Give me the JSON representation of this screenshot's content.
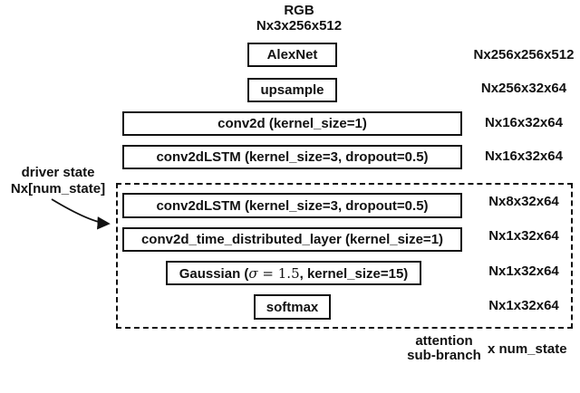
{
  "diagram": {
    "input": {
      "name": "RGB",
      "dims": "Nx3x256x512"
    },
    "layers": [
      {
        "label": "AlexNet",
        "dim": "Nx256x256x512"
      },
      {
        "label": "upsample",
        "dim": "Nx256x32x64"
      },
      {
        "label": "conv2d (kernel_size=1)",
        "dim": "Nx16x32x64"
      },
      {
        "label": "conv2dLSTM (kernel_size=3, dropout=0.5)",
        "dim": "Nx16x32x64"
      },
      {
        "label": "conv2dLSTM (kernel_size=3, dropout=0.5)",
        "dim": "Nx8x32x64"
      },
      {
        "label": "conv2d_time_distributed_layer (kernel_size=1)",
        "dim": "Nx1x32x64"
      },
      {
        "label": "Gaussian (σ = 1.5, kernel_size=15)",
        "label_parts": {
          "prefix": "Gaussian (",
          "sigma": "σ",
          "equals_value": " = 1.5",
          "suffix": ", kernel_size=15)"
        },
        "dim": "Nx1x32x64"
      },
      {
        "label": "softmax",
        "dim": "Nx1x32x64"
      }
    ],
    "driver_state": {
      "line1": "driver state",
      "line2": "Nx[num_state]"
    },
    "attention": {
      "line1": "attention",
      "line2": "sub-branch",
      "multiplier": "x num_state"
    },
    "colors": {
      "ink": "#111111",
      "background": "#ffffff"
    }
  }
}
